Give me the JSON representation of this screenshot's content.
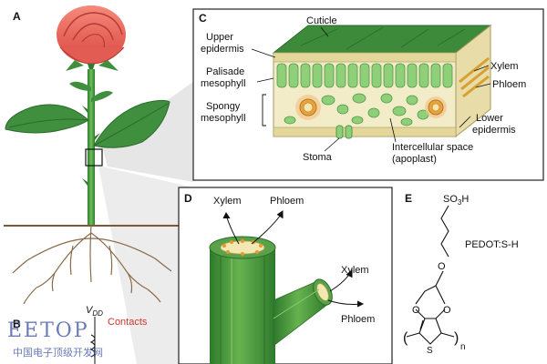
{
  "panels": {
    "a": "A",
    "b": "B",
    "c": "C",
    "d": "D",
    "e": "E"
  },
  "panel_c": {
    "cuticle": "Cuticle",
    "upper_epidermis_1": "Upper",
    "upper_epidermis_2": "epidermis",
    "palisade_1": "Palisade",
    "palisade_2": "mesophyll",
    "spongy_1": "Spongy",
    "spongy_2": "mesophyll",
    "stoma": "Stoma",
    "intercellular_1": "Intercellular space",
    "intercellular_2": "(apoplast)",
    "xylem": "Xylem",
    "phloem": "Phloem",
    "lower_epidermis_1": "Lower",
    "lower_epidermis_2": "epidermis"
  },
  "panel_d": {
    "xylem_top": "Xylem",
    "phloem_top": "Phloem",
    "xylem_branch": "Xylem",
    "phloem_branch": "Phloem"
  },
  "panel_e": {
    "so3h_prefix": "SO",
    "so3h_sub": "3",
    "so3h_suffix": "H",
    "polymer_name": "PEDOT:S-H",
    "oxygen": "O",
    "sulfur": "S",
    "repeat_n": "n",
    "open_paren": "(",
    "close_paren": ")"
  },
  "panel_b": {
    "vdd_prefix": "V",
    "vdd_sub": "DD",
    "contacts": "Contacts"
  },
  "watermark": {
    "logo": "EETOP",
    "text": "中国电子顶级开发网"
  },
  "colors": {
    "leaf_green": "#3f8f3f",
    "stem_green": "#4a9a44",
    "rose_pink": "#e8605a",
    "contacts_red": "#d0342c",
    "watermark_blue": "#3a4fa0"
  }
}
